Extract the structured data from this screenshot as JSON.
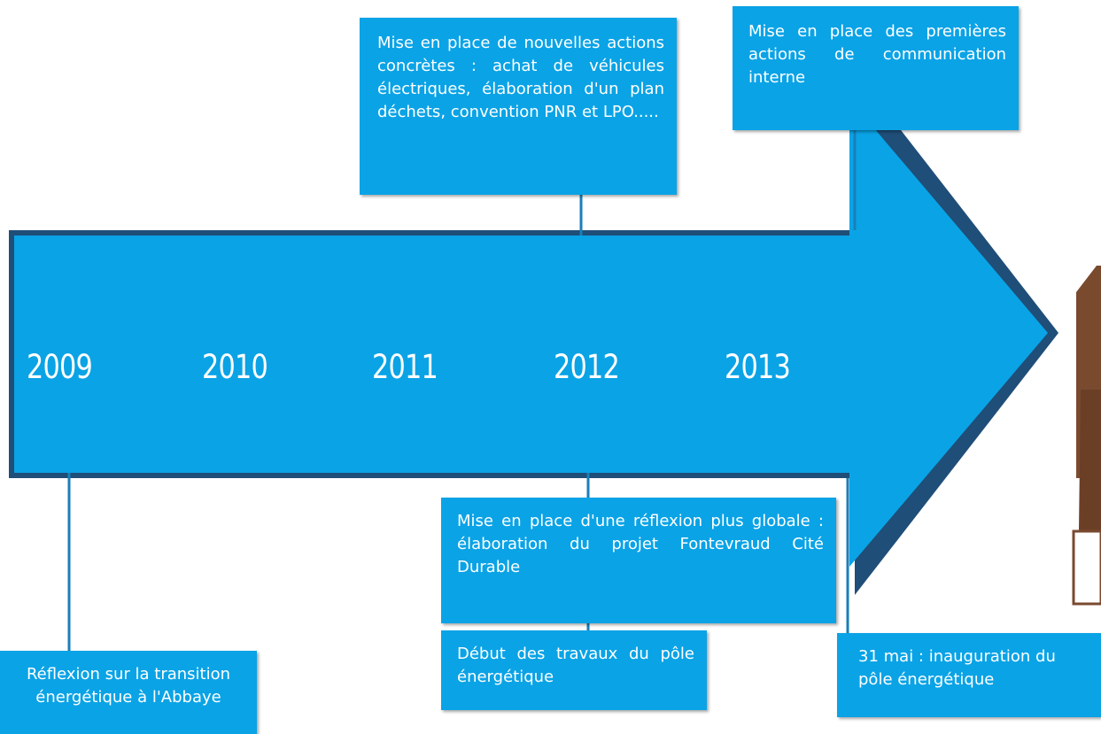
{
  "colors": {
    "arrow_fill": "#0aa3e6",
    "arrow_outline": "#1f4e78",
    "callout_fill": "#0aa3e6",
    "connector": "#1a7fb8",
    "brown_shape": "#7a4a2f",
    "text": "#ffffff"
  },
  "timeline": {
    "years": [
      "2009",
      "2010",
      "2011",
      "2012",
      "2013"
    ]
  },
  "events": {
    "e2009": "Réflexion sur la transition énergétique à l'Abbaye",
    "e2011": "Mise en place de nouvelles actions concrètes : achat de véhicules électriques, élaboration d'un plan déchets, convention PNR et LPO.....",
    "e2012_reflexion": "Mise en place d'une réflexion plus globale : élaboration du projet Fontevraud Cité Durable",
    "e2012_travaux": "Début des travaux du pôle énergétique",
    "e2013_communication": "Mise en place des premières actions de communication interne",
    "e2013_inauguration": "31 mai : inauguration du pôle énergétique"
  }
}
